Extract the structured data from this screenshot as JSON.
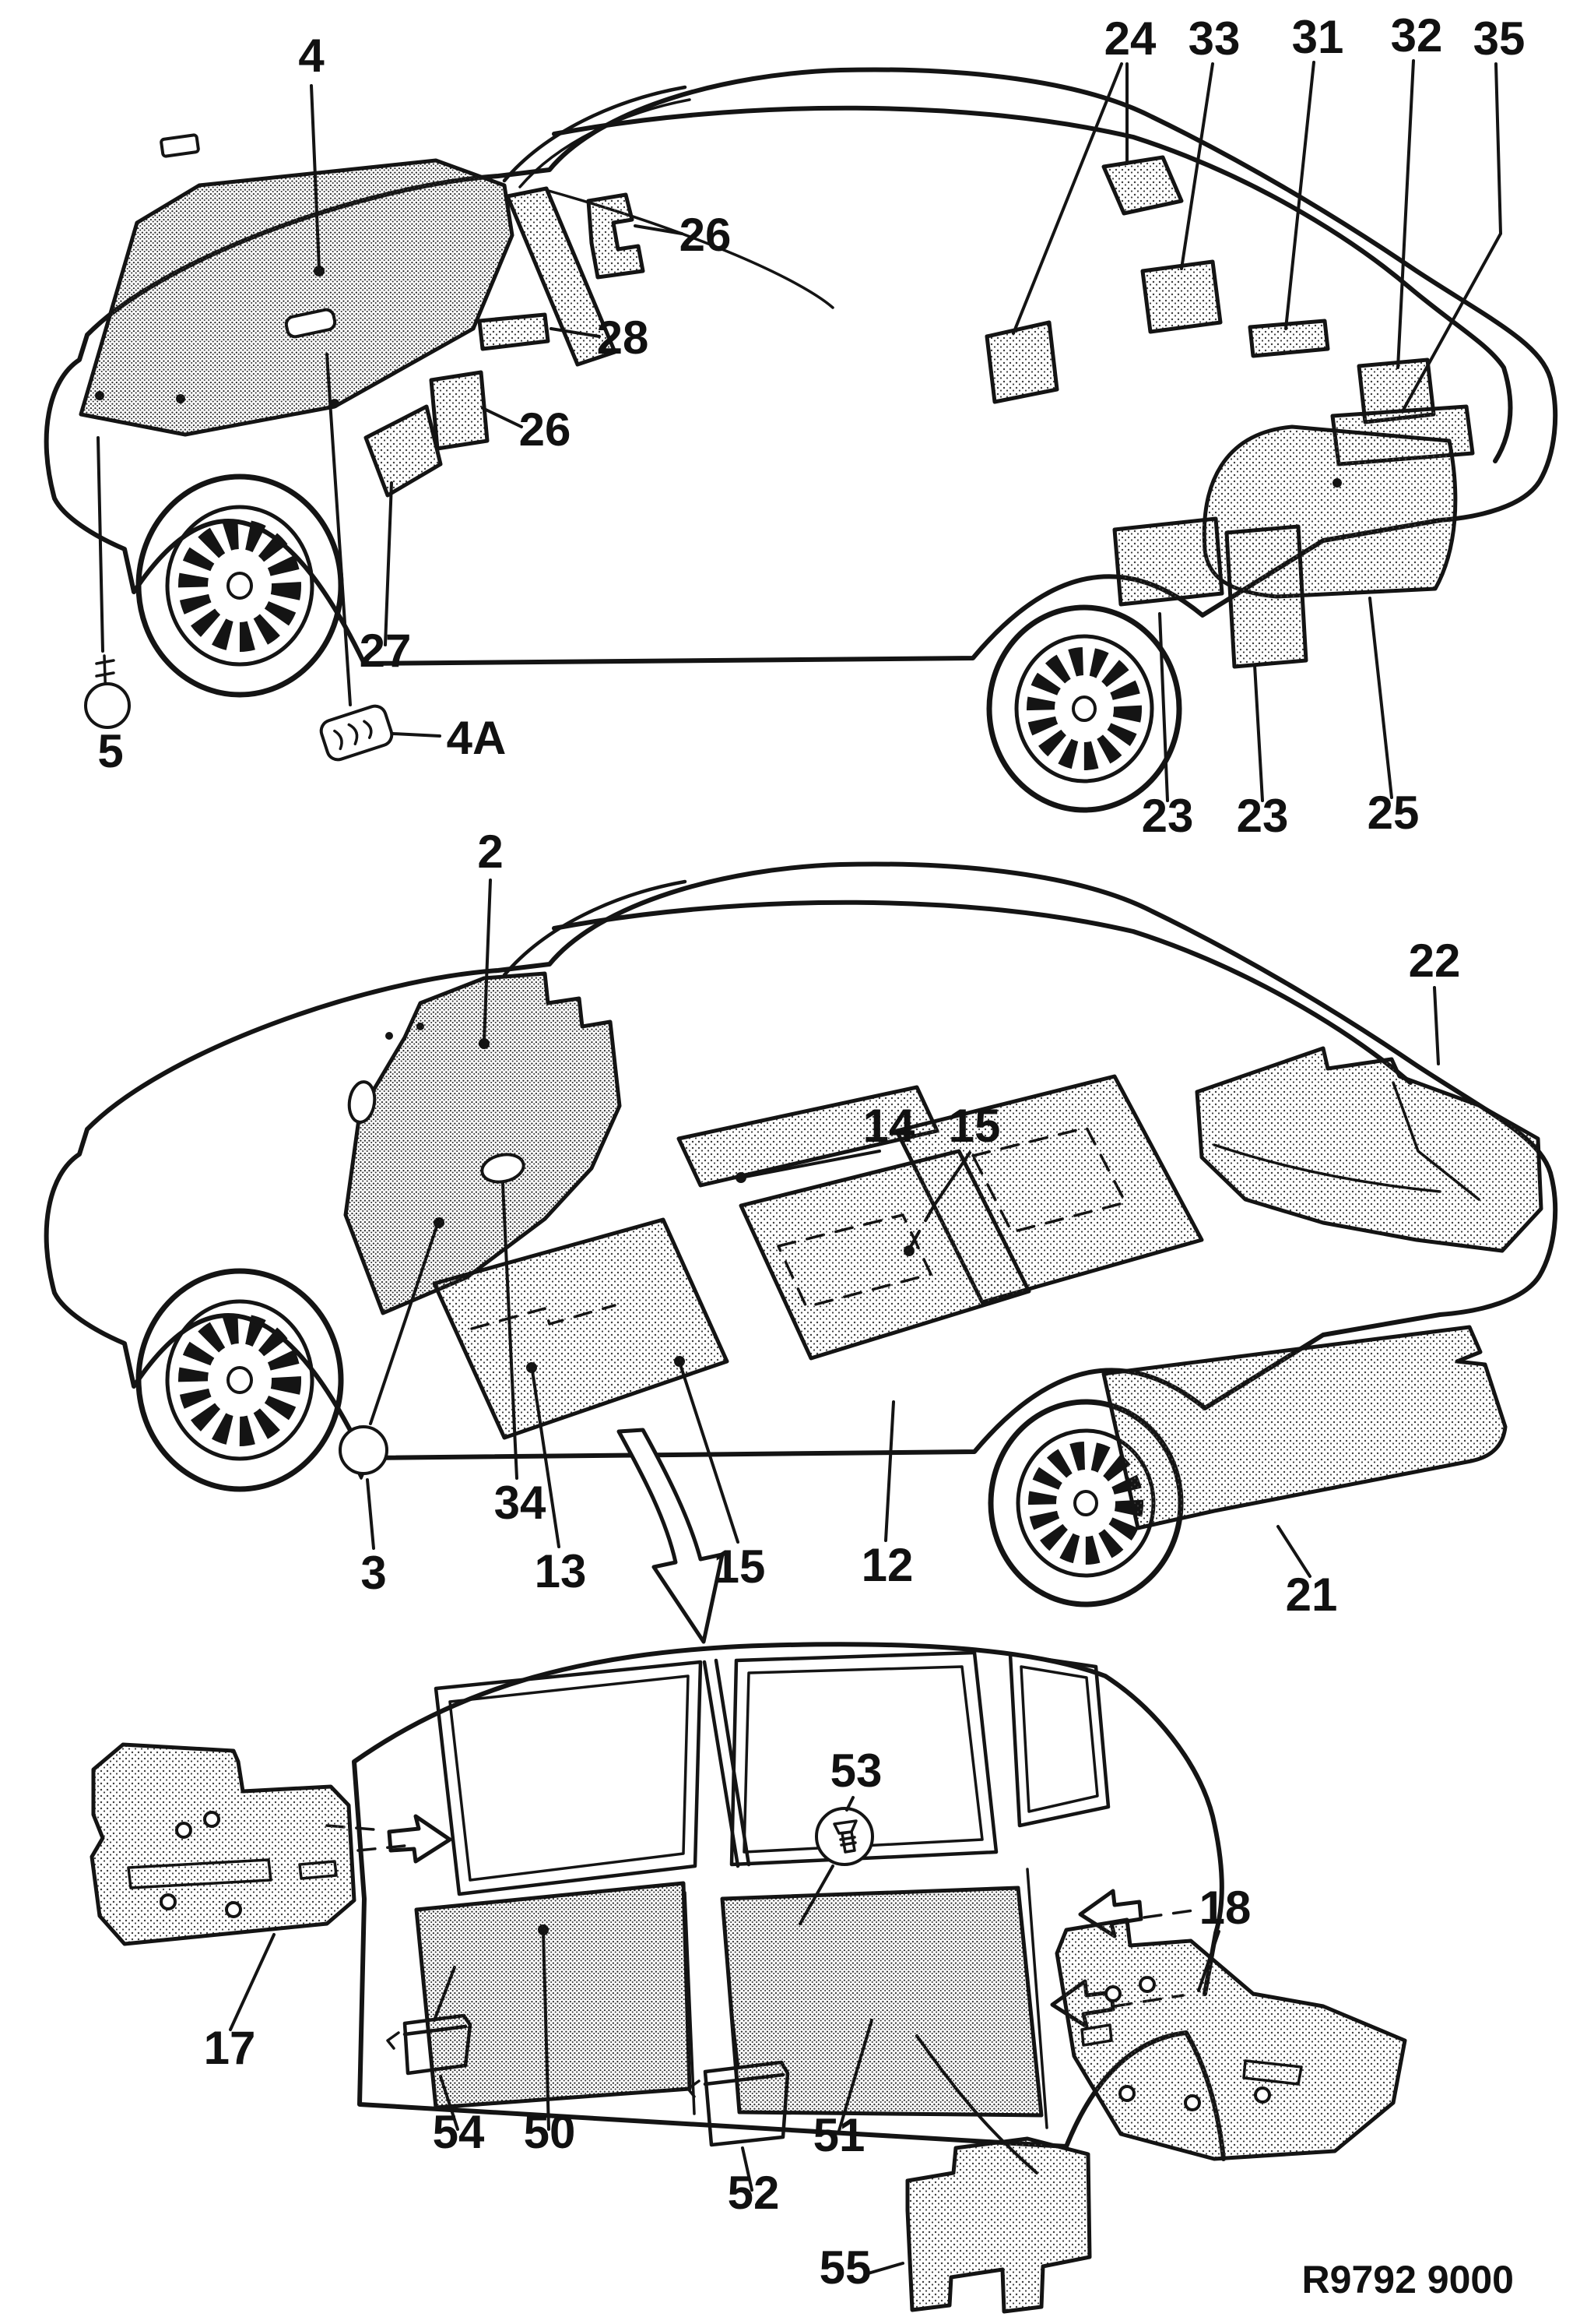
{
  "drawing_code": "R9792 9000",
  "diagram_type": "car body insulation and carpets parts diagram",
  "labels": [
    {
      "part": "hood-insulation-pad",
      "text": "4"
    },
    {
      "part": "cowl-clip-upper",
      "text": "26"
    },
    {
      "part": "cowl-bar-pad",
      "text": "28"
    },
    {
      "part": "cowl-clip-lower",
      "text": "26"
    },
    {
      "part": "roof-pad-front",
      "text": "24"
    },
    {
      "part": "roof-pad-center",
      "text": "33"
    },
    {
      "part": "roof-bar-pad",
      "text": "31"
    },
    {
      "part": "hatch-pad-upper",
      "text": "32"
    },
    {
      "part": "hatch-pad-wide",
      "text": "35"
    },
    {
      "part": "cowl-side-pad",
      "text": "27"
    },
    {
      "part": "hood-pad-screw",
      "text": "5"
    },
    {
      "part": "hood-pad-clip-plate",
      "text": "4A"
    },
    {
      "part": "wheelhouse-pad-left",
      "text": "23"
    },
    {
      "part": "wheelhouse-pad-right",
      "text": "23"
    },
    {
      "part": "rear-hatch-pad",
      "text": "25"
    },
    {
      "part": "firewall-insulation",
      "text": "2"
    },
    {
      "part": "trunk-insulation",
      "text": "22"
    },
    {
      "part": "rear-floor-side-mat",
      "text": "14"
    },
    {
      "part": "rear-floor-mat",
      "text": "15"
    },
    {
      "part": "tunnel-grommet",
      "text": "34"
    },
    {
      "part": "firewall-screw",
      "text": "3"
    },
    {
      "part": "front-floor-mat-left",
      "text": "13"
    },
    {
      "part": "front-floor-mat-right",
      "text": "15"
    },
    {
      "part": "rear-floor-panel",
      "text": "12"
    },
    {
      "part": "rear-quarter-pad",
      "text": "21"
    },
    {
      "part": "door-clip",
      "text": "53"
    },
    {
      "part": "rear-door-insulation-panel",
      "text": "18"
    },
    {
      "part": "front-door-insulation-panel",
      "text": "17"
    },
    {
      "part": "front-door-bracket",
      "text": "54"
    },
    {
      "part": "front-door-pad",
      "text": "50"
    },
    {
      "part": "rear-door-bracket",
      "text": "52"
    },
    {
      "part": "rear-door-pad",
      "text": "51"
    },
    {
      "part": "sill-end-pad",
      "text": "55"
    }
  ]
}
